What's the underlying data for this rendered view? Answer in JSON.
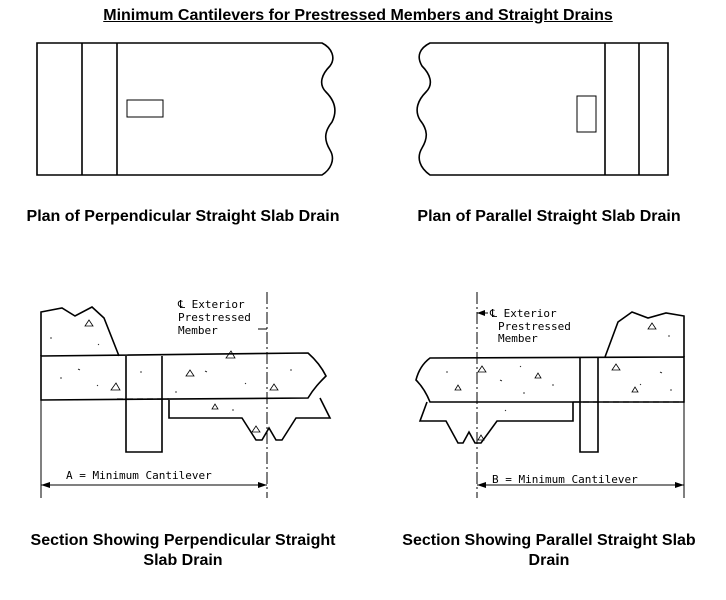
{
  "title": "Minimum Cantilevers for Prestressed Members and Straight Drains",
  "captions": {
    "plan_perpendicular": "Plan of Perpendicular Straight Slab Drain",
    "plan_parallel": "Plan of Parallel Straight Slab Drain",
    "section_perpendicular": [
      "Section Showing Perpendicular Straight",
      "Slab Drain"
    ],
    "section_parallel": [
      "Section Showing Parallel Straight Slab",
      "Drain"
    ]
  },
  "annotations": {
    "left": [
      "℄ Exterior",
      "Prestressed",
      "Member"
    ],
    "right": [
      "℄ Exterior",
      "Prestressed",
      "Member"
    ],
    "dim_left": "A = Minimum Cantilever",
    "dim_right": "B = Minimum Cantilever"
  }
}
